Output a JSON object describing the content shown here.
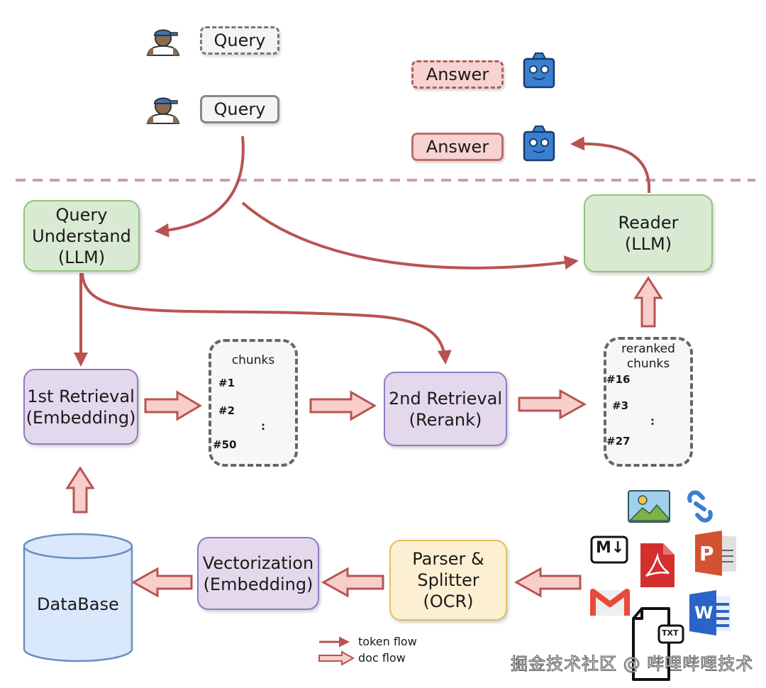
{
  "user_side": {
    "query_dashed_label": "Query",
    "query_solid_label": "Query",
    "user_icon": "user-avatar-icon"
  },
  "bot_side": {
    "answer_dashed_label": "Answer",
    "answer_solid_label": "Answer",
    "bot_icon": "robot-icon"
  },
  "nodes": {
    "query_understand": [
      "Query",
      "Understand",
      "(LLM)"
    ],
    "reader": [
      "Reader",
      "(LLM)"
    ],
    "first_retrieval": [
      "1st Retrieval",
      "(Embedding)"
    ],
    "second_retrieval": [
      "2nd Retrieval",
      "(Rerank)"
    ],
    "vectorization": [
      "Vectorization",
      "(Embedding)"
    ],
    "parser": [
      "Parser &",
      "Splitter",
      "(OCR)"
    ],
    "database": "DataBase"
  },
  "chunks": {
    "title": "chunks",
    "items": [
      "#1",
      "#2",
      "#50"
    ],
    "ellipsis": ":"
  },
  "reranked": {
    "title_line1": "reranked",
    "title_line2": "chunks",
    "items": [
      "#16",
      "#3",
      "#27"
    ],
    "ellipsis": ":"
  },
  "sources": [
    "image-icon",
    "link-icon",
    "markdown-icon",
    "pdf-icon",
    "powerpoint-icon",
    "gmail-icon",
    "txt-file-icon",
    "word-icon"
  ],
  "sources_labels": {
    "markdown": "M↓",
    "txt": "TXT",
    "word": "W",
    "ppt": "P"
  },
  "legend": {
    "token_flow": "token flow",
    "doc_flow": "doc flow"
  },
  "watermark": "掘金技术社区 @ 哔哩哔哩技术",
  "colors": {
    "arrow": "#b85450",
    "arrow_fill": "#f8cecc",
    "divider": "#c8a0a8"
  }
}
